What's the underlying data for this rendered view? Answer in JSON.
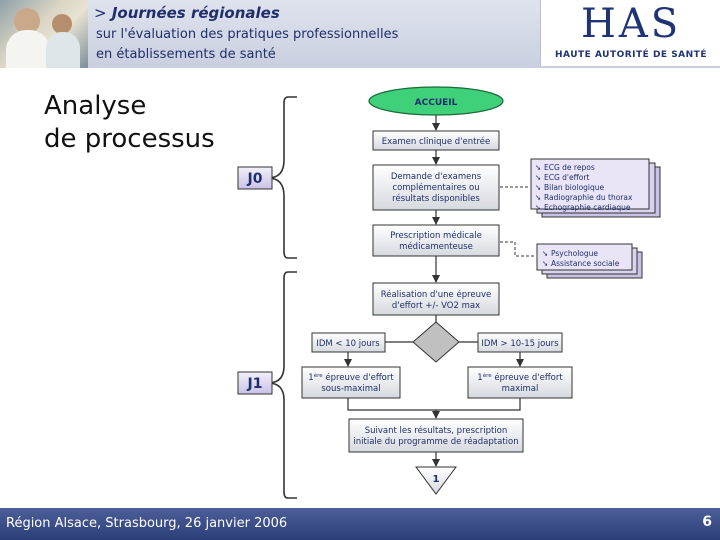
{
  "header": {
    "prefix": ">",
    "title": "Journées régionales",
    "subtitle_line1": "sur l'évaluation des pratiques professionnelles",
    "subtitle_line2": "en établissements de santé"
  },
  "logo": {
    "mark": "HAS",
    "text": "HAUTE AUTORITÉ DE SANTÉ"
  },
  "slide": {
    "title_line1": "Analyse",
    "title_line2": "de processus"
  },
  "diagram": {
    "start": "ACCUEIL",
    "exam": "Examen clinique d'entrée",
    "demande": [
      "Demande d'examens",
      "complémentaires ou",
      "résultats disponibles"
    ],
    "examens": [
      "ECG de repos",
      "ECG d'effort",
      "Bilan biologique",
      "Radiographie du thorax",
      "Echographie cardiaque"
    ],
    "prescription": [
      "Prescription médicale",
      "médicamenteuse"
    ],
    "psy": [
      "Psychologue",
      "Assistance sociale"
    ],
    "epreuve": [
      "Réalisation d'une épreuve",
      "d'effort +/- VO2 max"
    ],
    "idm_left": "IDM < 10 jours",
    "idm_right": "IDM > 10-15 jours",
    "sousmax_sup": "ère",
    "sousmax": [
      "1",
      " épreuve d'effort",
      "sous-maximal"
    ],
    "max_sup": "ère",
    "max": [
      "1",
      " épreuve d'effort",
      "maximal"
    ],
    "suivant": [
      "Suivant les résultats, prescription",
      "initiale du programme de réadaptation"
    ],
    "end_marker": "1",
    "day0": "J0",
    "day1": "J1",
    "checkmark": "➘"
  },
  "footer": {
    "text": "Région Alsace, Strasbourg, 26 janvier 2006",
    "page": "6"
  }
}
